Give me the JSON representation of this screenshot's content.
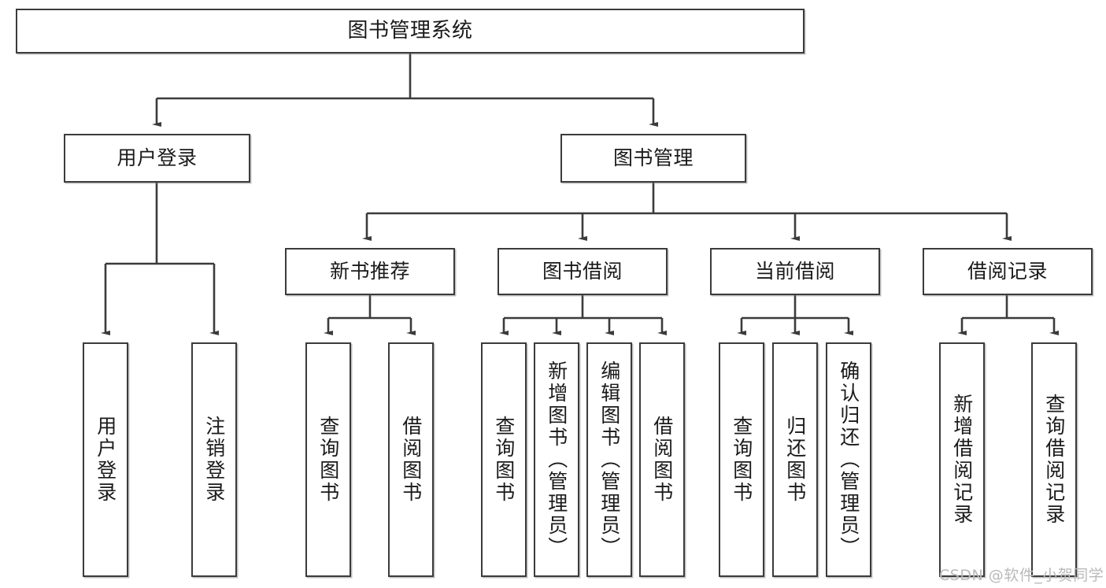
{
  "diagram": {
    "title": "图书管理系统",
    "watermark": "CSDN @软件_小贺同学",
    "line_color": "#3b3b3b",
    "box_fill": "#ffffff",
    "text_color": "#1a1a1a",
    "watermark_color": "#b9b9b9",
    "root": {
      "label": "图书管理系统"
    },
    "level2": [
      {
        "label": "用户登录"
      },
      {
        "label": "图书管理"
      }
    ],
    "level3": [
      {
        "label": "新书推荐"
      },
      {
        "label": "图书借阅"
      },
      {
        "label": "当前借阅"
      },
      {
        "label": "借阅记录"
      }
    ],
    "leaves": {
      "user_login": [
        {
          "label": "用户登录"
        },
        {
          "label": "注销登录"
        }
      ],
      "new_book_recommend": [
        {
          "label": "查询图书"
        },
        {
          "label": "借阅图书"
        }
      ],
      "book_borrow": [
        {
          "label": "查询图书"
        },
        {
          "label": "新增图书（管理员）"
        },
        {
          "label": "编辑图书（管理员）"
        },
        {
          "label": "借阅图书"
        }
      ],
      "current_borrow": [
        {
          "label": "查询图书"
        },
        {
          "label": "归还图书"
        },
        {
          "label": "确认归还（管理员）"
        }
      ],
      "borrow_record": [
        {
          "label": "新增借阅记录"
        },
        {
          "label": "查询借阅记录"
        }
      ]
    }
  }
}
